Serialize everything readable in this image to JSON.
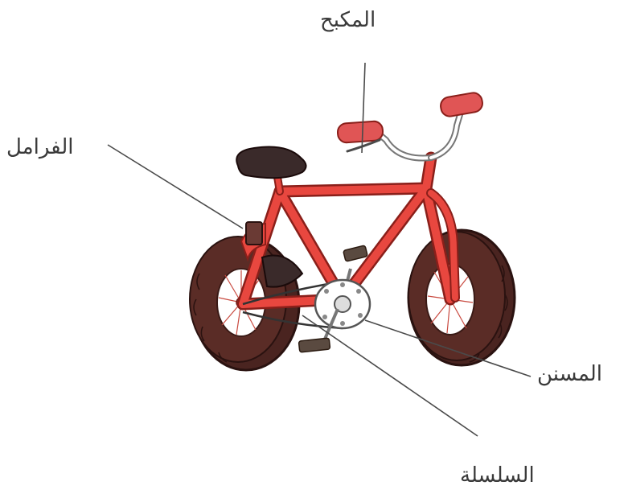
{
  "labels": {
    "brake_handle": "المكبح",
    "brakes": "الفرامل",
    "gear": "المسنن",
    "chain": "السلسلة"
  },
  "colors": {
    "frame": "#e8473f",
    "frame_outline": "#8a1f1a",
    "tire": "#4a2420",
    "tire_highlight": "#7a4a40",
    "seat": "#3a2a2a",
    "grip": "#e05555",
    "label_text": "#3a3a3a",
    "leader_line": "#4a4a4a"
  }
}
